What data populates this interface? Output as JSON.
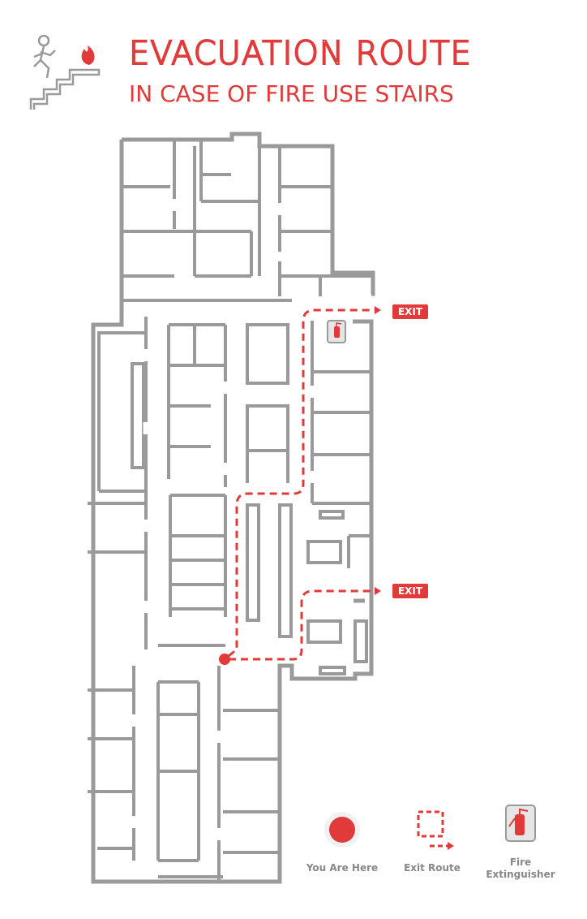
{
  "header": {
    "title": "EVACUATION ROUTE",
    "subtitle": "IN CASE OF FIRE USE STAIRS",
    "icon": "person-running-stairs-fire-icon"
  },
  "map": {
    "exits": [
      "EXIT",
      "EXIT"
    ],
    "icons": [
      "you-are-here-marker",
      "fire-extinguisher-icon"
    ]
  },
  "legend": {
    "you_are_here": "You Are Here",
    "exit_route": "Exit Route",
    "fire_line1": "Fire",
    "fire_line2": "Extinguisher"
  },
  "colors": {
    "accent": "#e03a3a",
    "wall": "#9a9a9a"
  }
}
